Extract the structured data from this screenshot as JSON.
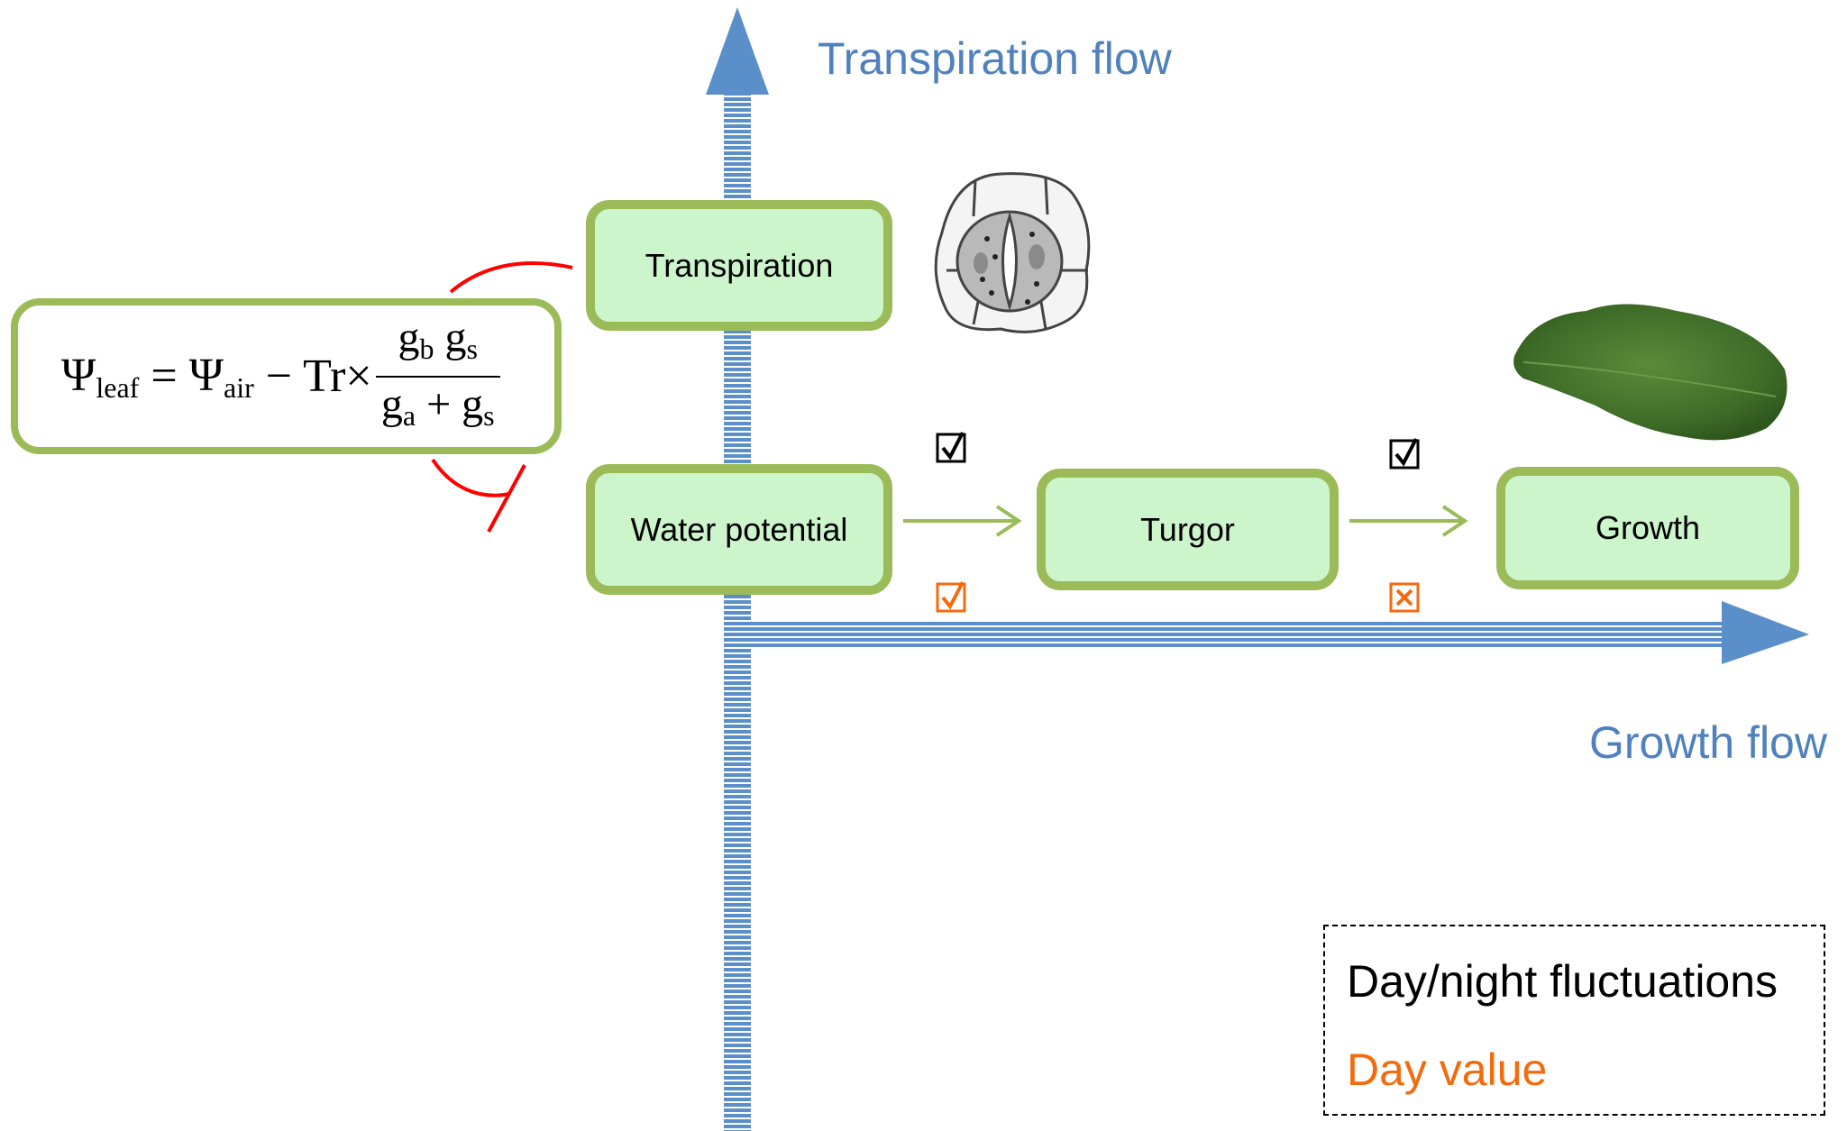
{
  "axes": {
    "vertical_label": "Transpiration flow",
    "horizontal_label": "Growth flow",
    "color": "#4f81bd"
  },
  "boxes": {
    "transpiration": "Transpiration",
    "water_potential": "Water potential",
    "turgor": "Turgor",
    "growth": "Growth"
  },
  "formula": {
    "psi": "Ψ",
    "leaf_sub": "leaf",
    "equals": " = ",
    "air_sub": "air",
    "minus_tr": " − Tr×",
    "g_b": "g",
    "b_sub": "b",
    "g_s": "g",
    "s_sub": "s",
    "g_a": "g",
    "a_sub": "a",
    "plus": " + "
  },
  "checkmarks": {
    "day_night_1": "checked",
    "day_night_2": "checked",
    "day_value_1": "checked",
    "day_value_2": "crossed"
  },
  "legend": {
    "line1": "Day/night fluctuations",
    "line2": "Day value",
    "line1_color": "#000000",
    "line2_color": "#f26b0f"
  },
  "colors": {
    "box_fill": "#ccf5cc",
    "box_border": "#9bbb59",
    "arrow_green": "#9bbb59",
    "inhibit_red": "#ff0000"
  },
  "icons": [
    "stomata-illustration",
    "leaf-photo",
    "checkbox-checked-icon",
    "checkbox-crossed-icon"
  ]
}
